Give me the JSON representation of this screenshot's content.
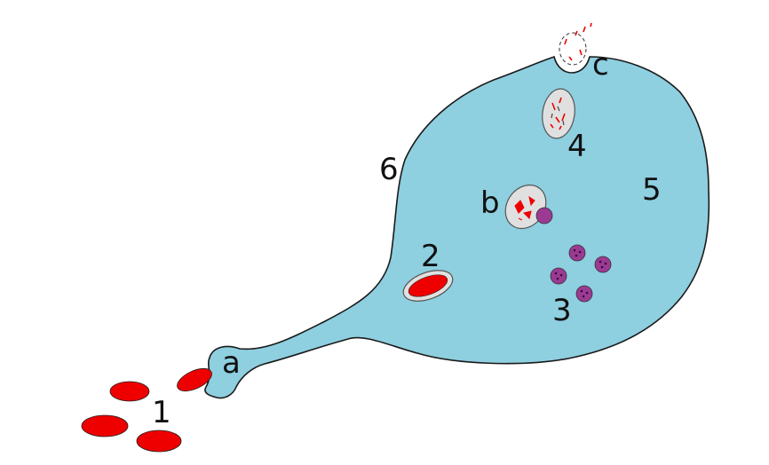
{
  "labels": {
    "n1": "1",
    "n2": "2",
    "n3": "3",
    "n4": "4",
    "n5": "5",
    "n6": "6",
    "a": "a",
    "b": "b",
    "c": "c"
  },
  "colors": {
    "cell_fill": "#8ecfe0",
    "outline": "#1a1a1a",
    "red_cell": "#ee0000",
    "vacuole": "#e0e0e0",
    "granule": "#9b3a93"
  }
}
